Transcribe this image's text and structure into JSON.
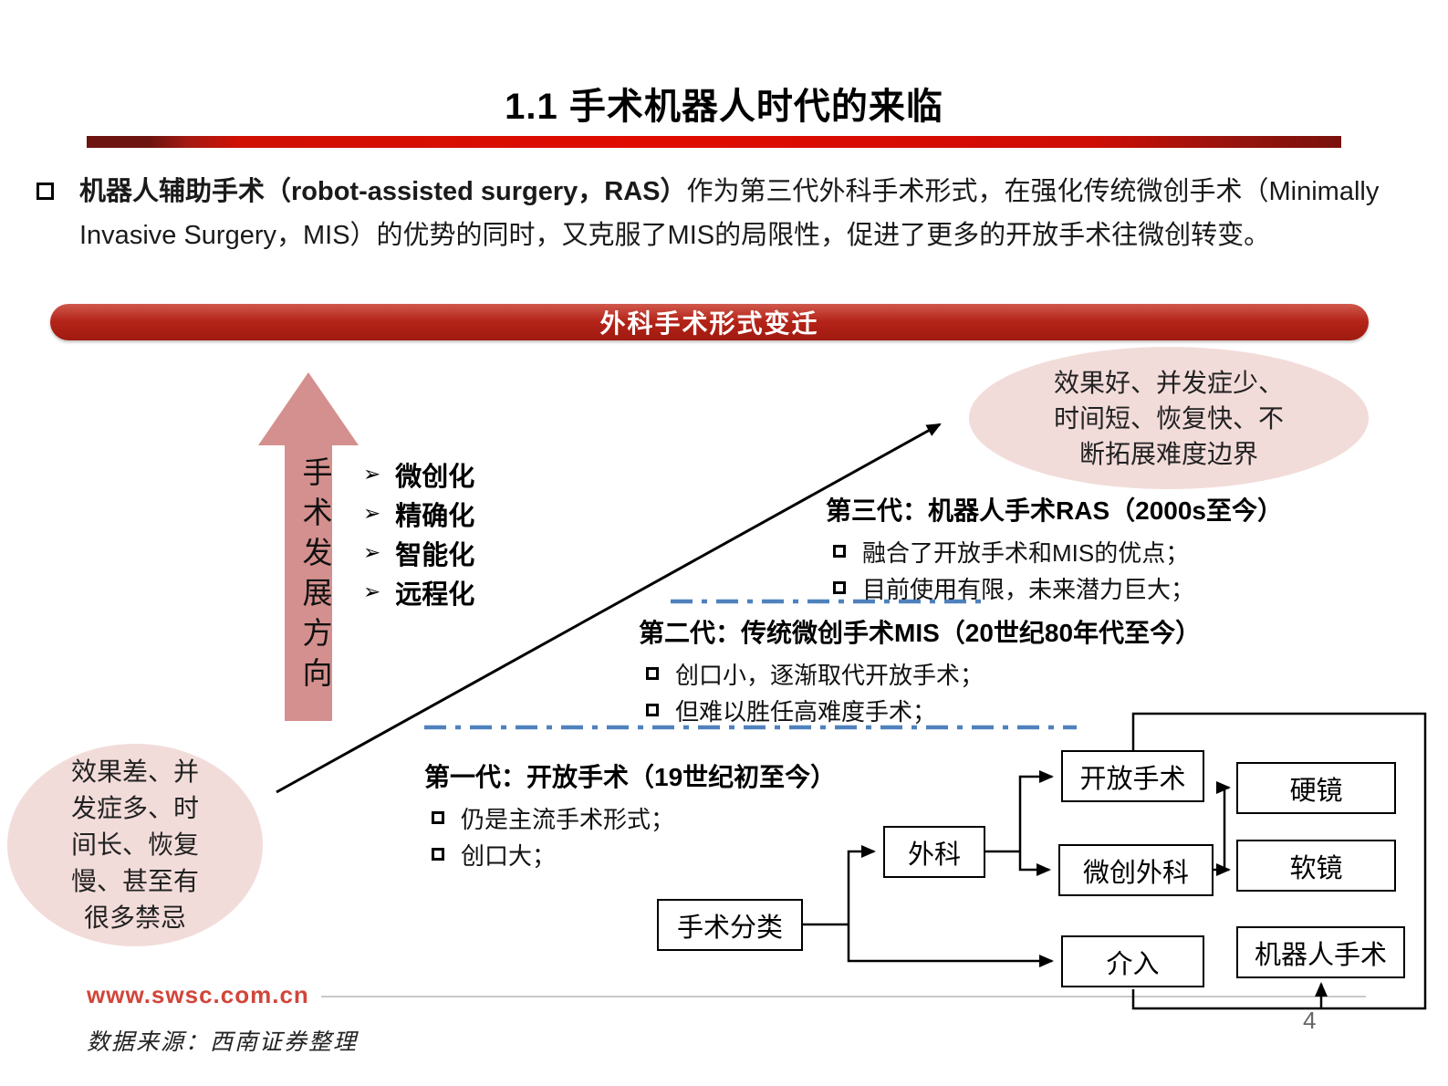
{
  "slide": {
    "title": "1.1  手术机器人时代的来临",
    "page_number": "4"
  },
  "intro": {
    "lead_bold": "机器人辅助手术（robot-assisted  surgery，RAS）",
    "text_rest": "作为第三代外科手术形式，在强化传统微创手术（Minimally  Invasive  Surgery，MIS）的优势的同时，又克服了MIS的局限性，促进了更多的开放手术往微创转变。"
  },
  "banner": {
    "label": "外科手术形式变迁"
  },
  "diagram": {
    "axis_label": "手术发展方向",
    "direction_marker": "➢",
    "directions": [
      "微创化",
      "精确化",
      "智能化",
      "远程化"
    ],
    "top_ellipse": "效果好、并发症少、时间短、恢复快、不断拓展难度边界",
    "bottom_ellipse": "效果差、并发症多、时间长、恢复慢、甚至有很多禁忌",
    "generations": [
      {
        "title": "第三代：机器人手术RAS（2000s至今）",
        "bullets": [
          "融合了开放手术和MIS的优点；",
          "目前使用有限，未来潜力巨大；"
        ]
      },
      {
        "title": "第二代：传统微创手术MIS（20世纪80年代至今）",
        "bullets": [
          "创口小，逐渐取代开放手术；",
          "但难以胜任高难度手术；"
        ]
      },
      {
        "title": "第一代：开放手术（19世纪初至今）",
        "bullets": [
          "仍是主流手术形式；",
          "创口大；"
        ]
      }
    ],
    "flowchart": {
      "nodes": {
        "root": "手术分类",
        "surgery": "外科",
        "open": "开放手术",
        "mis": "微创外科",
        "interventional": "介入",
        "rigid": "硬镜",
        "flexible": "软镜",
        "robot": "机器人手术"
      }
    }
  },
  "footer": {
    "website": "www.swsc.com.cn",
    "source": "数据来源：西南证券整理"
  },
  "colors": {
    "accent_red": "#c00000",
    "banner_red": "#b42318",
    "arrow_pink": "#d4908e",
    "ellipse_pink": "#f2dcda",
    "dash_blue": "#4f81bd",
    "footer_red": "#d2453a"
  }
}
